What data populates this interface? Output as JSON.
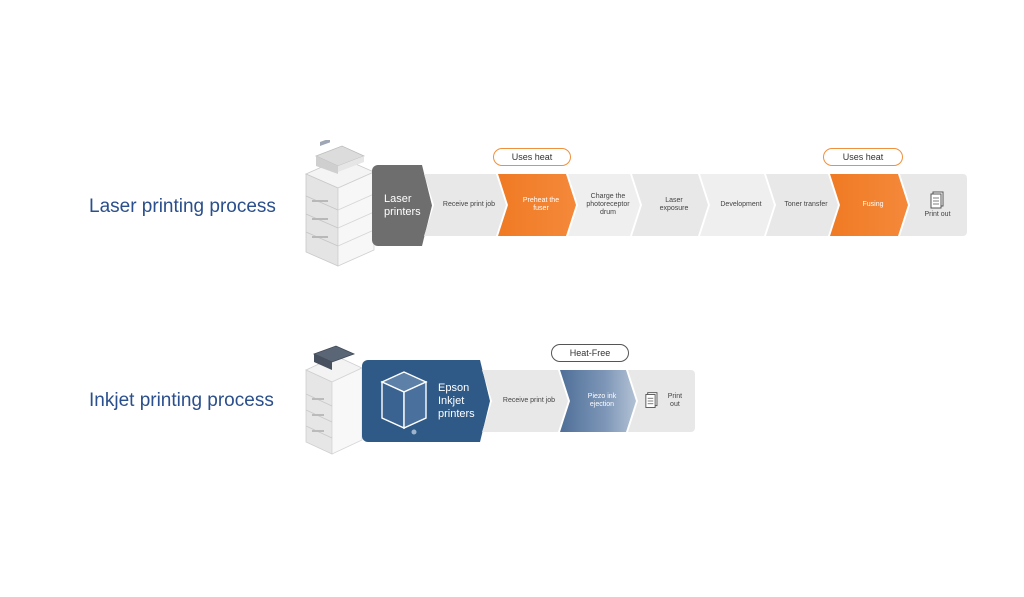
{
  "laser": {
    "title": "Laser printing process",
    "head": "Laser\nprinters",
    "tags": [
      "Uses heat",
      "Uses heat"
    ],
    "steps": [
      "Receive print job",
      "Preheat the fuser",
      "Charge the photoreceptor drum",
      "Laser exposure",
      "Development",
      "Toner transfer",
      "Fusing",
      "Print out"
    ]
  },
  "inkjet": {
    "title": "Inkjet printing process",
    "head": "Epson\nInkjet\nprinters",
    "tag": "Heat-Free",
    "steps": [
      "Receive print job",
      "Piezo ink ejection",
      "Print out"
    ]
  },
  "icons": {
    "laser_printer": "laser-printer-icon",
    "inkjet_printer": "inkjet-printer-icon",
    "ink_cartridge": "ink-cartridge-icon",
    "document": "document-icon"
  },
  "colors": {
    "title_blue": "#2a4f8c",
    "heat_orange": "#f07a24",
    "laser_grey": "#6e6e6e",
    "epson_blue": "#2f5a87",
    "step_grey": "#e8e8e8"
  }
}
